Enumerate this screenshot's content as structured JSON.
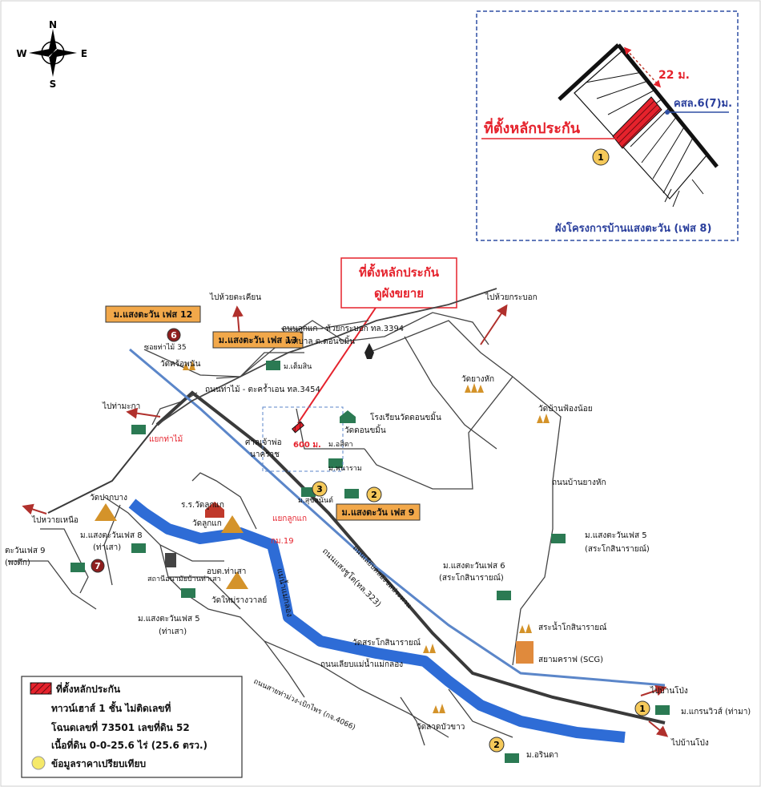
{
  "compass": {
    "n": "N",
    "s": "S",
    "e": "E",
    "w": "W"
  },
  "inset": {
    "distance_label": "22 ม.",
    "road_label": "คสล.6(7)ม.",
    "collateral_label": "ที่ตั้งหลักประกัน",
    "project_label": "ผังโครงการบ้านแสงตะวัน (เฟส 8)",
    "marker": "1"
  },
  "callout": {
    "line1": "ที่ตั้งหลักประกัน",
    "line2": "ดูผังขยาย"
  },
  "destinations": {
    "huai_takhian": "ไปห้วยตะเคียน",
    "huai_krabok": "ไปห้วยกระบอก",
    "tha_maka": "ไปท่ามะกา",
    "wai_nuea": "ไปหวายเหนือ",
    "ban_pong1": "ไปบ้านโป่ง",
    "ban_pong2": "ไปบ้านโป่ง"
  },
  "projects": {
    "phase12": "ม.แสงตะวัน เฟส 12",
    "phase13": "ม.แสงตะวัน เฟส 13",
    "phase9": "ม.แสงตะวัน เฟส 9"
  },
  "places": {
    "soi": "ซอยท่าไม้ 35",
    "wat_khrop": "วัดคร้อพนัน",
    "tem_sin": "ม.เต็มสิน",
    "road_3394": "ถนนลูกแก - ห้วยกระบอก ทล.3394",
    "municipality": "เทศบาล ต.ดอนขมิ้น",
    "road_3454": "ถนนท่าไม้ - ตะคร้ำเอน ทล.3454",
    "wat_yang": "วัดยางหัก",
    "school": "โรงเรียนวัดดอนขมิ้น",
    "wat_don": "วัดดอนขมิ้น",
    "wat_pong": "วัดบ้านฟ้องน้อย",
    "shrine1": "ศาลเจ้าพ่อ",
    "shrine2": "นาคราช",
    "dist600": "600 ม.",
    "m_asita": "ม.อสิตา",
    "m_pan": "ม.พนาราม",
    "yaek_thamai": "แยกท่าไม้",
    "m_suk": "ม.สุขอนันต์",
    "road_yanghak": "ถนนบ้านยางหัก",
    "wat_paknang": "วัดปากบาง",
    "school_lukkae": "ร.ร.วัดลูกแก",
    "wat_lukkae": "วัดลูกแก",
    "yaek_lukkae": "แยกลูกแก",
    "km19": "กม.19",
    "phase8_1": "ม.แสงตะวันเฟส 8",
    "phase8_2": "(ท่าเสา)",
    "phase9w_1": "ตะวันเฟส 9",
    "phase9w_2": "(พงตึก)",
    "station": "สถานีอนามัยบ้านท่าเสา",
    "obt": "อบต.ท่าเสา",
    "wat_mai": "วัดใหม่รางวาลย์",
    "canal": "ถนนเลียบคลองชลประทาน",
    "road_323": "ถนนแสงชูโต(ทล.323)",
    "river": "แม่น้ำแม่กลอง",
    "phase5w_1": "ม.แสงตะวันเฟส 5",
    "phase5w_2": "(ท่าเสา)",
    "phase6_1": "ม.แสงตะวันเฟส 6",
    "phase6_2": "(สระโกสินารายณ์)",
    "phase5e_1": "ม.แสงตะวันเฟส 5",
    "phase5e_2": "(สระโกสินารายณ์)",
    "sra_kosin": "สระน้ำโกสินารายณ์",
    "wat_sra": "วัดสระโกสินารายณ์",
    "road_river": "ถนนเลียบแม่น้ำแม่กลอง",
    "siam": "สยามคราฟ (SCG)",
    "road_4066": "ถนนสายท่าม่วง-เบิกไพร (กจ.4066)",
    "wat_lat": "วัดลาดบัวขาว",
    "m_grand": "ม.แกรนวิวส์ (ท่ามา)",
    "m_arin": "ม.อรินดา"
  },
  "markers": [
    "1",
    "2",
    "3",
    "6",
    "7",
    "1",
    "2"
  ],
  "legend": {
    "l1": "ที่ตั้งหลักประกัน",
    "l2": "ทาวน์เฮาส์ 1 ชั้น ไม่ติดเลขที่",
    "l3": "โฉนดเลขที่ 73501 เลขที่ดิน 52",
    "l4": "เนื้อที่ดิน 0-0-25.6 ไร่ (25.6 ตรว.)",
    "l5": "ข้อมูลราคาเปรียบเทียบ"
  },
  "colors": {
    "collateral": "#e5222c",
    "river": "#2e6cd6",
    "road": "#3a3a3a",
    "project_box": "#f2a84a",
    "marker": "#f5c95a",
    "inset_border": "#2f4fa3"
  }
}
